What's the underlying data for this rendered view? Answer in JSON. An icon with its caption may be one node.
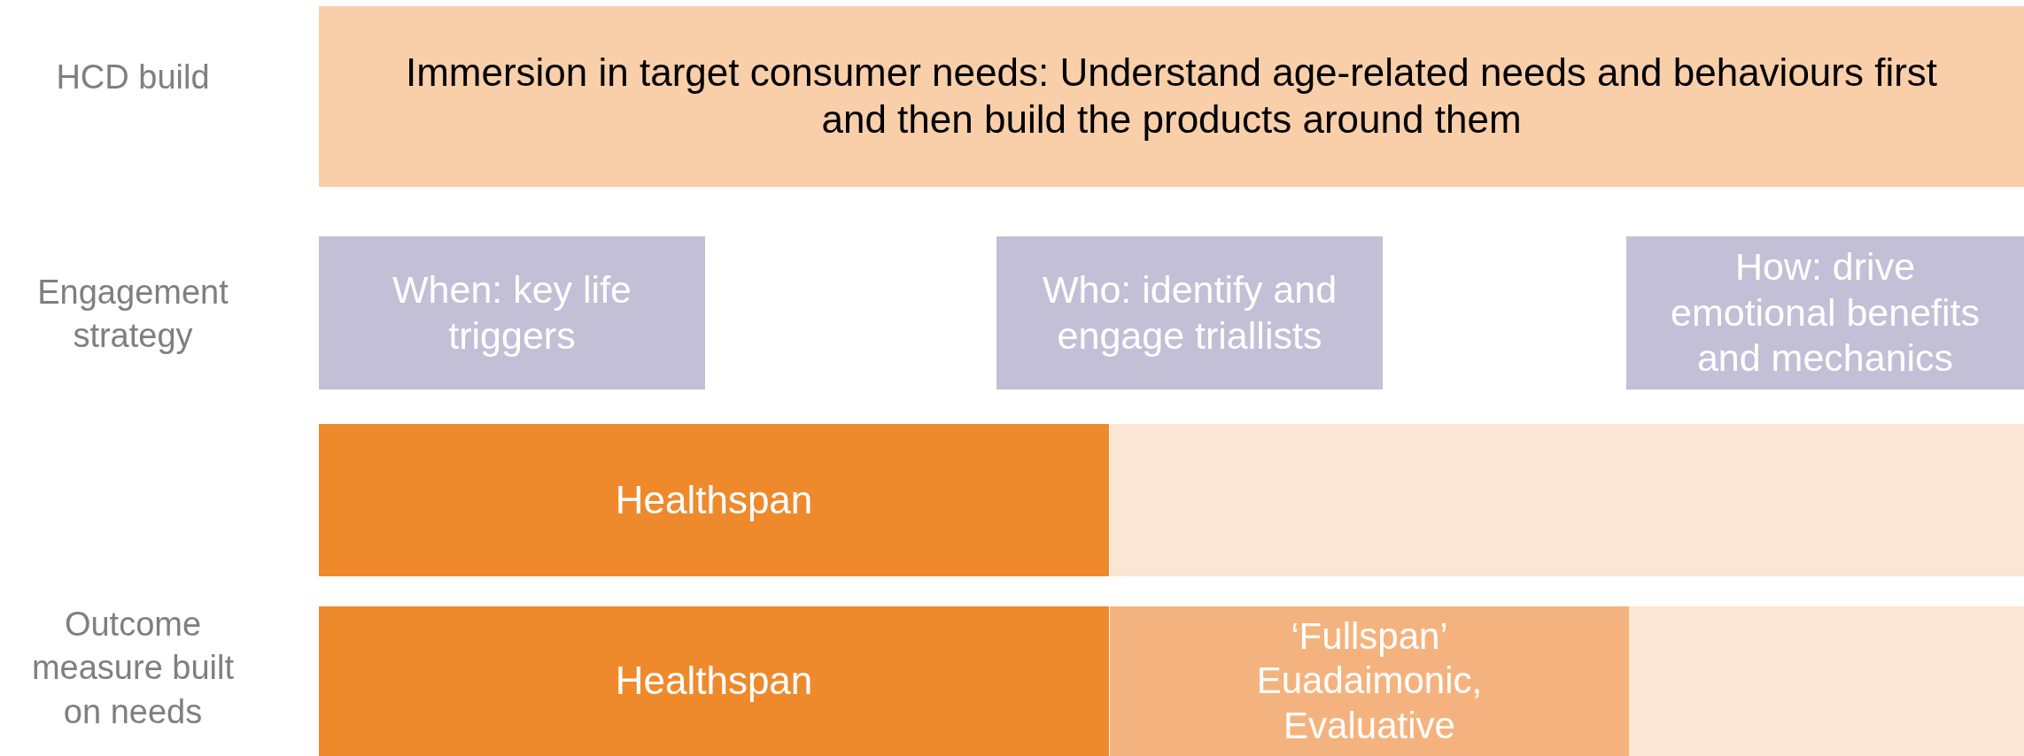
{
  "diagram": {
    "nodes": [
      {
        "text": [
          "Immersion in target consumer needs: Understand age-related needs and behaviours first and then build the products around them"
        ]
      },
      {
        "text": [
          "When: key life triggers"
        ]
      },
      {
        "text": [
          "Who: identify and engage triallists"
        ]
      },
      {
        "text": [
          "How: drive emotional benefits and mechanics"
        ]
      },
      {
        "text": [
          "Healthspan"
        ]
      },
      {
        "text": [],
        "shape": "box"
      },
      {
        "text": [
          "Healthspan"
        ]
      },
      {
        "text": [
          "‘Fullspan’ Euadaimonic, Evaluative"
        ]
      },
      {
        "text": [],
        "shape": "box"
      }
    ],
    "labels": [
      "HCD build",
      "Engagement strategy",
      "Outcome measure built on needs"
    ]
  }
}
